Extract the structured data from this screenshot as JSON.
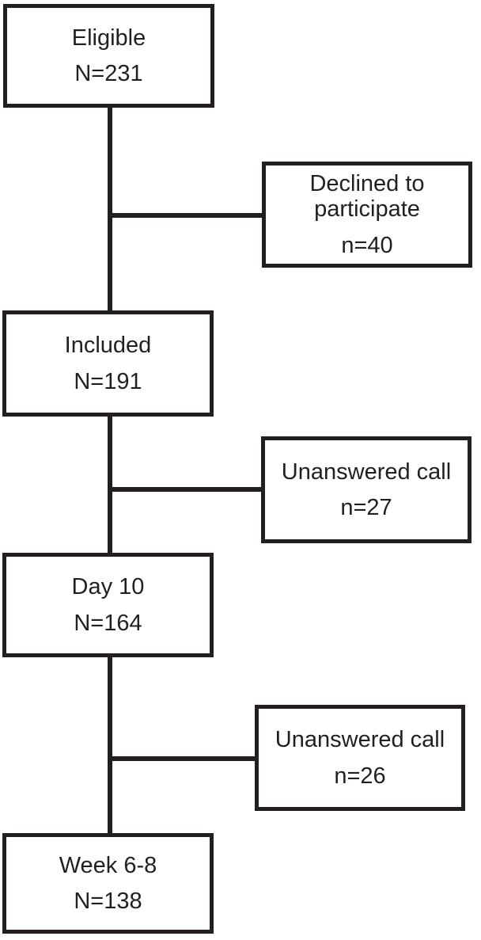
{
  "flowchart": {
    "background": "#ffffff",
    "line_color": "#231f20",
    "text_color": "#231f20",
    "nodes": [
      {
        "id": "eligible",
        "label": "Eligible",
        "count": "N=231"
      },
      {
        "id": "declined",
        "label": "Declined to participate",
        "count": "n=40"
      },
      {
        "id": "included",
        "label": "Included",
        "count": "N=191"
      },
      {
        "id": "unanswered-day10",
        "label": "Unanswered call",
        "count": "n=27"
      },
      {
        "id": "day10",
        "label": "Day 10",
        "count": "N=164"
      },
      {
        "id": "unanswered-week68",
        "label": "Unanswered call",
        "count": "n=26"
      },
      {
        "id": "week68",
        "label": "Week 6-8",
        "count": "N=138"
      }
    ]
  }
}
